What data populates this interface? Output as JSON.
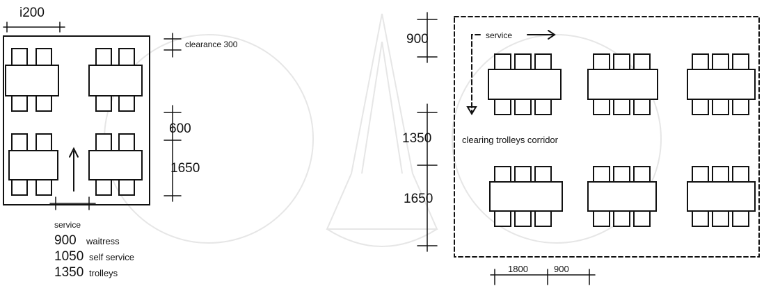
{
  "left_plan": {
    "width_dim": "i200",
    "clearance_label": "clearance 300",
    "gap_dim": "600",
    "row_dim": "1650",
    "service_label": "service",
    "legend": [
      {
        "value": "900",
        "text": "waitress"
      },
      {
        "value": "1050",
        "text": "self service"
      },
      {
        "value": "1350",
        "text": "trolleys"
      }
    ]
  },
  "right_plan": {
    "top_dim": "900",
    "service_label": "service",
    "corridor_dim": "1350",
    "corridor_label": "clearing trolleys corridor",
    "row_dim": "1650",
    "bottom_dims": [
      "1800",
      "900"
    ]
  }
}
